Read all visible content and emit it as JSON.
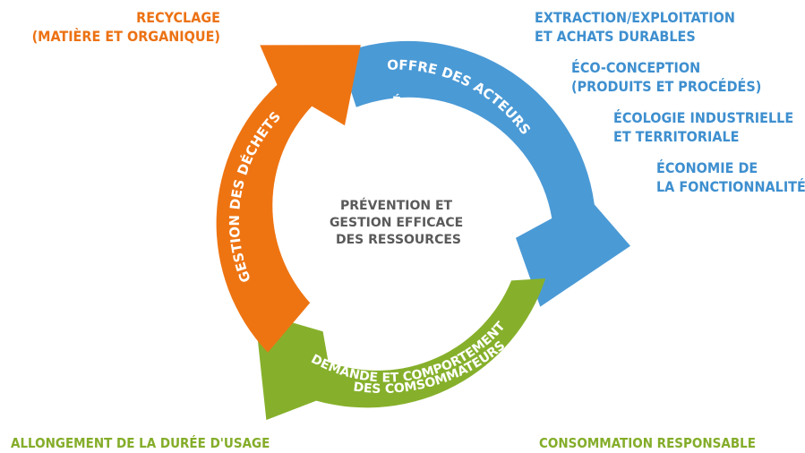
{
  "colors": {
    "orange": "#ec7214",
    "blue": "#3e8fcf",
    "green": "#84ad2a",
    "center_text": "#5a5a5a"
  },
  "center": {
    "line1": "PRÉVENTION ET",
    "line2": "GESTION EFFICACE",
    "line3": "DES RESSOURCES"
  },
  "arrows": {
    "blue": {
      "line1": "OFFRE DES ACTEURS",
      "line2": "ÉCONOMIQUES"
    },
    "green": {
      "line1": "DEMANDE ET COMPORTEMENT",
      "line2": "DES COMSOMMATEURS"
    },
    "orange": {
      "line1": "GESTION DES DÉCHETS"
    }
  },
  "labels": {
    "recyclage": {
      "line1": "RECYCLAGE",
      "line2": "(MATIÈRE ET ORGANIQUE)"
    },
    "extraction": {
      "line1": "EXTRACTION/EXPLOITATION",
      "line2": "ET ACHATS DURABLES"
    },
    "eco_conception": {
      "line1": "ÉCO-CONCEPTION",
      "line2": "(PRODUITS ET PROCÉDÉS)"
    },
    "ecologie": {
      "line1": "ÉCOLOGIE INDUSTRIELLE",
      "line2": "ET TERRITORIALE"
    },
    "economie": {
      "line1": "ÉCONOMIE DE",
      "line2": "LA FONCTIONNALITÉ"
    },
    "allongement": {
      "line1": "ALLONGEMENT DE LA DURÉE D'USAGE"
    },
    "consommation": {
      "line1": "CONSOMMATION RESPONSABLE"
    }
  }
}
